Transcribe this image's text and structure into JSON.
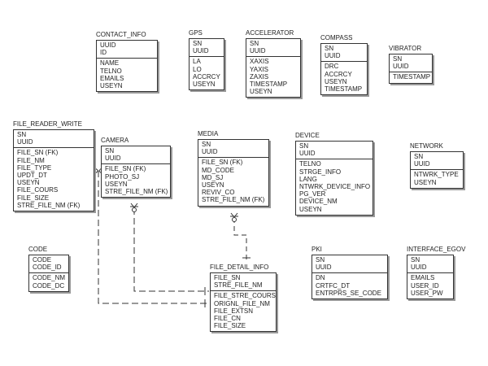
{
  "diagram": {
    "type": "er-diagram",
    "entities": [
      {
        "id": "contact_info",
        "name": "CONTACT_INFO",
        "keys": [
          "UUID",
          "ID"
        ],
        "attributes": [
          "NAME",
          "TELNO",
          "EMAILS",
          "USEYN"
        ]
      },
      {
        "id": "gps",
        "name": "GPS",
        "keys": [
          "SN",
          "UUID"
        ],
        "attributes": [
          "LA",
          "LO",
          "ACCRCY",
          "USEYN"
        ]
      },
      {
        "id": "accelerator",
        "name": "ACCELERATOR",
        "keys": [
          "SN",
          "UUID"
        ],
        "attributes": [
          "XAXIS",
          "YAXIS",
          "ZAXIS",
          "TIMESTAMP",
          "USEYN"
        ]
      },
      {
        "id": "compass",
        "name": "COMPASS",
        "keys": [
          "SN",
          "UUID"
        ],
        "attributes": [
          "DRC",
          "ACCRCY",
          "USEYN",
          "TIMESTAMP"
        ]
      },
      {
        "id": "vibrator",
        "name": "VIBRATOR",
        "keys": [
          "SN",
          "UUID"
        ],
        "attributes": [
          "TIMESTAMP"
        ]
      },
      {
        "id": "file_reader_write",
        "name": "FILE_READER_WRITE",
        "keys": [
          "SN",
          "UUID"
        ],
        "attributes": [
          "FILE_SN (FK)",
          "FILE_NM",
          "FILE_TYPE",
          "UPDT_DT",
          "USEYN",
          "FILE_COURS",
          "FILE_SIZE",
          "STRE_FILE_NM (FK)"
        ]
      },
      {
        "id": "camera",
        "name": "CAMERA",
        "keys": [
          "SN",
          "UUID"
        ],
        "attributes": [
          "FILE_SN (FK)",
          "PHOTO_SJ",
          "USEYN",
          "STRE_FILE_NM (FK)"
        ]
      },
      {
        "id": "media",
        "name": "MEDIA",
        "keys": [
          "SN",
          "UUID"
        ],
        "attributes": [
          "FILE_SN (FK)",
          "MD_CODE",
          "MD_SJ",
          "USEYN",
          "REVIV_CO",
          "STRE_FILE_NM (FK)"
        ]
      },
      {
        "id": "device",
        "name": "DEVICE",
        "keys": [
          "SN",
          "UUID"
        ],
        "attributes": [
          "TELNO",
          "STRGE_INFO",
          "LANG",
          "NTWRK_DEVICE_INFO",
          "PG_VER",
          "DEVICE_NM",
          "USEYN"
        ]
      },
      {
        "id": "network",
        "name": "NETWORK",
        "keys": [
          "SN",
          "UUID"
        ],
        "attributes": [
          "NTWRK_TYPE",
          "USEYN"
        ]
      },
      {
        "id": "code",
        "name": "CODE",
        "keys": [
          "CODE",
          "CODE_ID"
        ],
        "attributes": [
          "CODE_NM",
          "CODE_DC"
        ]
      },
      {
        "id": "file_detail_info",
        "name": "FILE_DETAIL_INFO",
        "keys": [
          "FILE_SN",
          "STRE_FILE_NM"
        ],
        "attributes": [
          "FILE_STRE_COURS",
          "ORIGNL_FILE_NM",
          "FILE_EXTSN",
          "FILE_CN",
          "FILE_SIZE"
        ]
      },
      {
        "id": "pki",
        "name": "PKI",
        "keys": [
          "SN",
          "UUID"
        ],
        "attributes": [
          "DN",
          "CRTFC_DT",
          "ENTRPRS_SE_CODE"
        ]
      },
      {
        "id": "interface_egov",
        "name": "INTERFACE_EGOV",
        "keys": [
          "SN",
          "UUID"
        ],
        "attributes": [
          "EMAILS",
          "USER_ID",
          "USER_PW"
        ]
      }
    ],
    "relationships": [
      {
        "from": "file_detail_info",
        "to": "file_reader_write",
        "style": "dashed",
        "from_end": "one",
        "to_end": "zero-or-many"
      },
      {
        "from": "file_detail_info",
        "to": "camera",
        "style": "dashed",
        "from_end": "one",
        "to_end": "zero-or-many"
      },
      {
        "from": "file_detail_info",
        "to": "media",
        "style": "dashed",
        "from_end": "one",
        "to_end": "zero-or-many"
      }
    ]
  }
}
